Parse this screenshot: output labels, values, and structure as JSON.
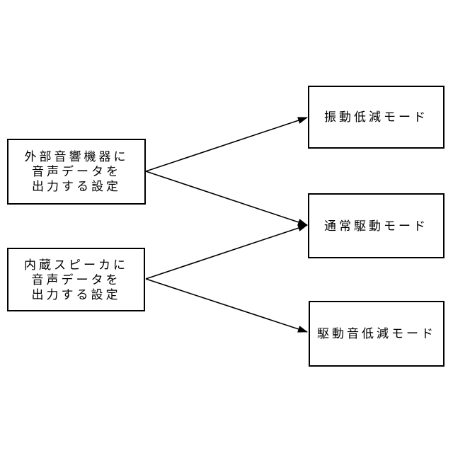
{
  "diagram": {
    "colors": {
      "background": "#ffffff",
      "line": "#000000",
      "box_border": "#000000",
      "text": "#000000"
    },
    "nodes": {
      "external_audio": {
        "lines": [
          "外部音響機器に",
          "音声データを",
          "出力する設定"
        ]
      },
      "internal_speaker": {
        "lines": [
          "内蔵スピーカに",
          "音声データを",
          "出力する設定"
        ]
      },
      "vibration_reduction": {
        "label": "振動低減モード"
      },
      "normal_drive": {
        "label": "通常駆動モード"
      },
      "drive_noise_reduction": {
        "label": "駆動音低減モード"
      }
    },
    "edges": [
      {
        "from": "外部音響機器に音声データを出力する設定",
        "to": "振動低減モード"
      },
      {
        "from": "外部音響機器に音声データを出力する設定",
        "to": "通常駆動モード"
      },
      {
        "from": "内蔵スピーカに音声データを出力する設定",
        "to": "通常駆動モード"
      },
      {
        "from": "内蔵スピーカに音声データを出力する設定",
        "to": "駆動音低減モード"
      }
    ]
  }
}
